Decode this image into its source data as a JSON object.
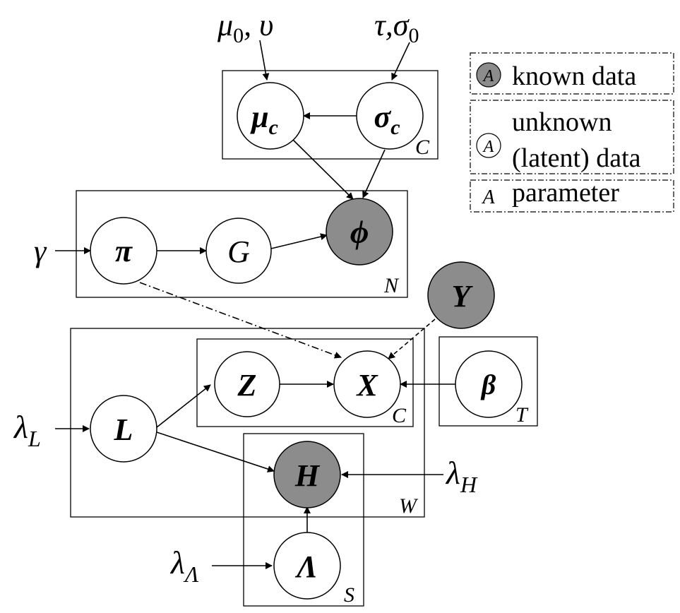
{
  "colors": {
    "known": "#8c8c8c",
    "latent": "#ffffff",
    "stroke": "#000000"
  },
  "hyperparameters": {
    "mu0_nu": "μ0, υ",
    "mu0_nu_main": "μ",
    "mu0_nu_sub": "0",
    "mu0_nu_rest": ", υ",
    "tau_sigma0_main": "τ,σ",
    "tau_sigma0_sub": "0",
    "gamma": "γ",
    "lambda_L_main": "λ",
    "lambda_L_sub": "L",
    "lambda_H_main": "λ",
    "lambda_H_sub": "H",
    "lambda_Lambda_main": "λ",
    "lambda_Lambda_sub": "Λ"
  },
  "nodes": {
    "mu_c_main": "μ",
    "mu_c_sub": "c",
    "sigma_c_main": "σ",
    "sigma_c_sub": "c",
    "phi": "ϕ",
    "pi": "π",
    "G": "G",
    "Y": "Y",
    "Z": "Z",
    "X": "X",
    "beta": "β",
    "L": "L",
    "H": "H",
    "Lambda": "Λ"
  },
  "plates": {
    "C_top": "C",
    "N": "N",
    "C_inner": "C",
    "T": "T",
    "W": "W",
    "S": "S"
  },
  "legend": {
    "symbol": "A",
    "known_label": "known data",
    "unknown_line1": "unknown",
    "unknown_line2": "(latent) data",
    "parameter_label": "parameter"
  }
}
